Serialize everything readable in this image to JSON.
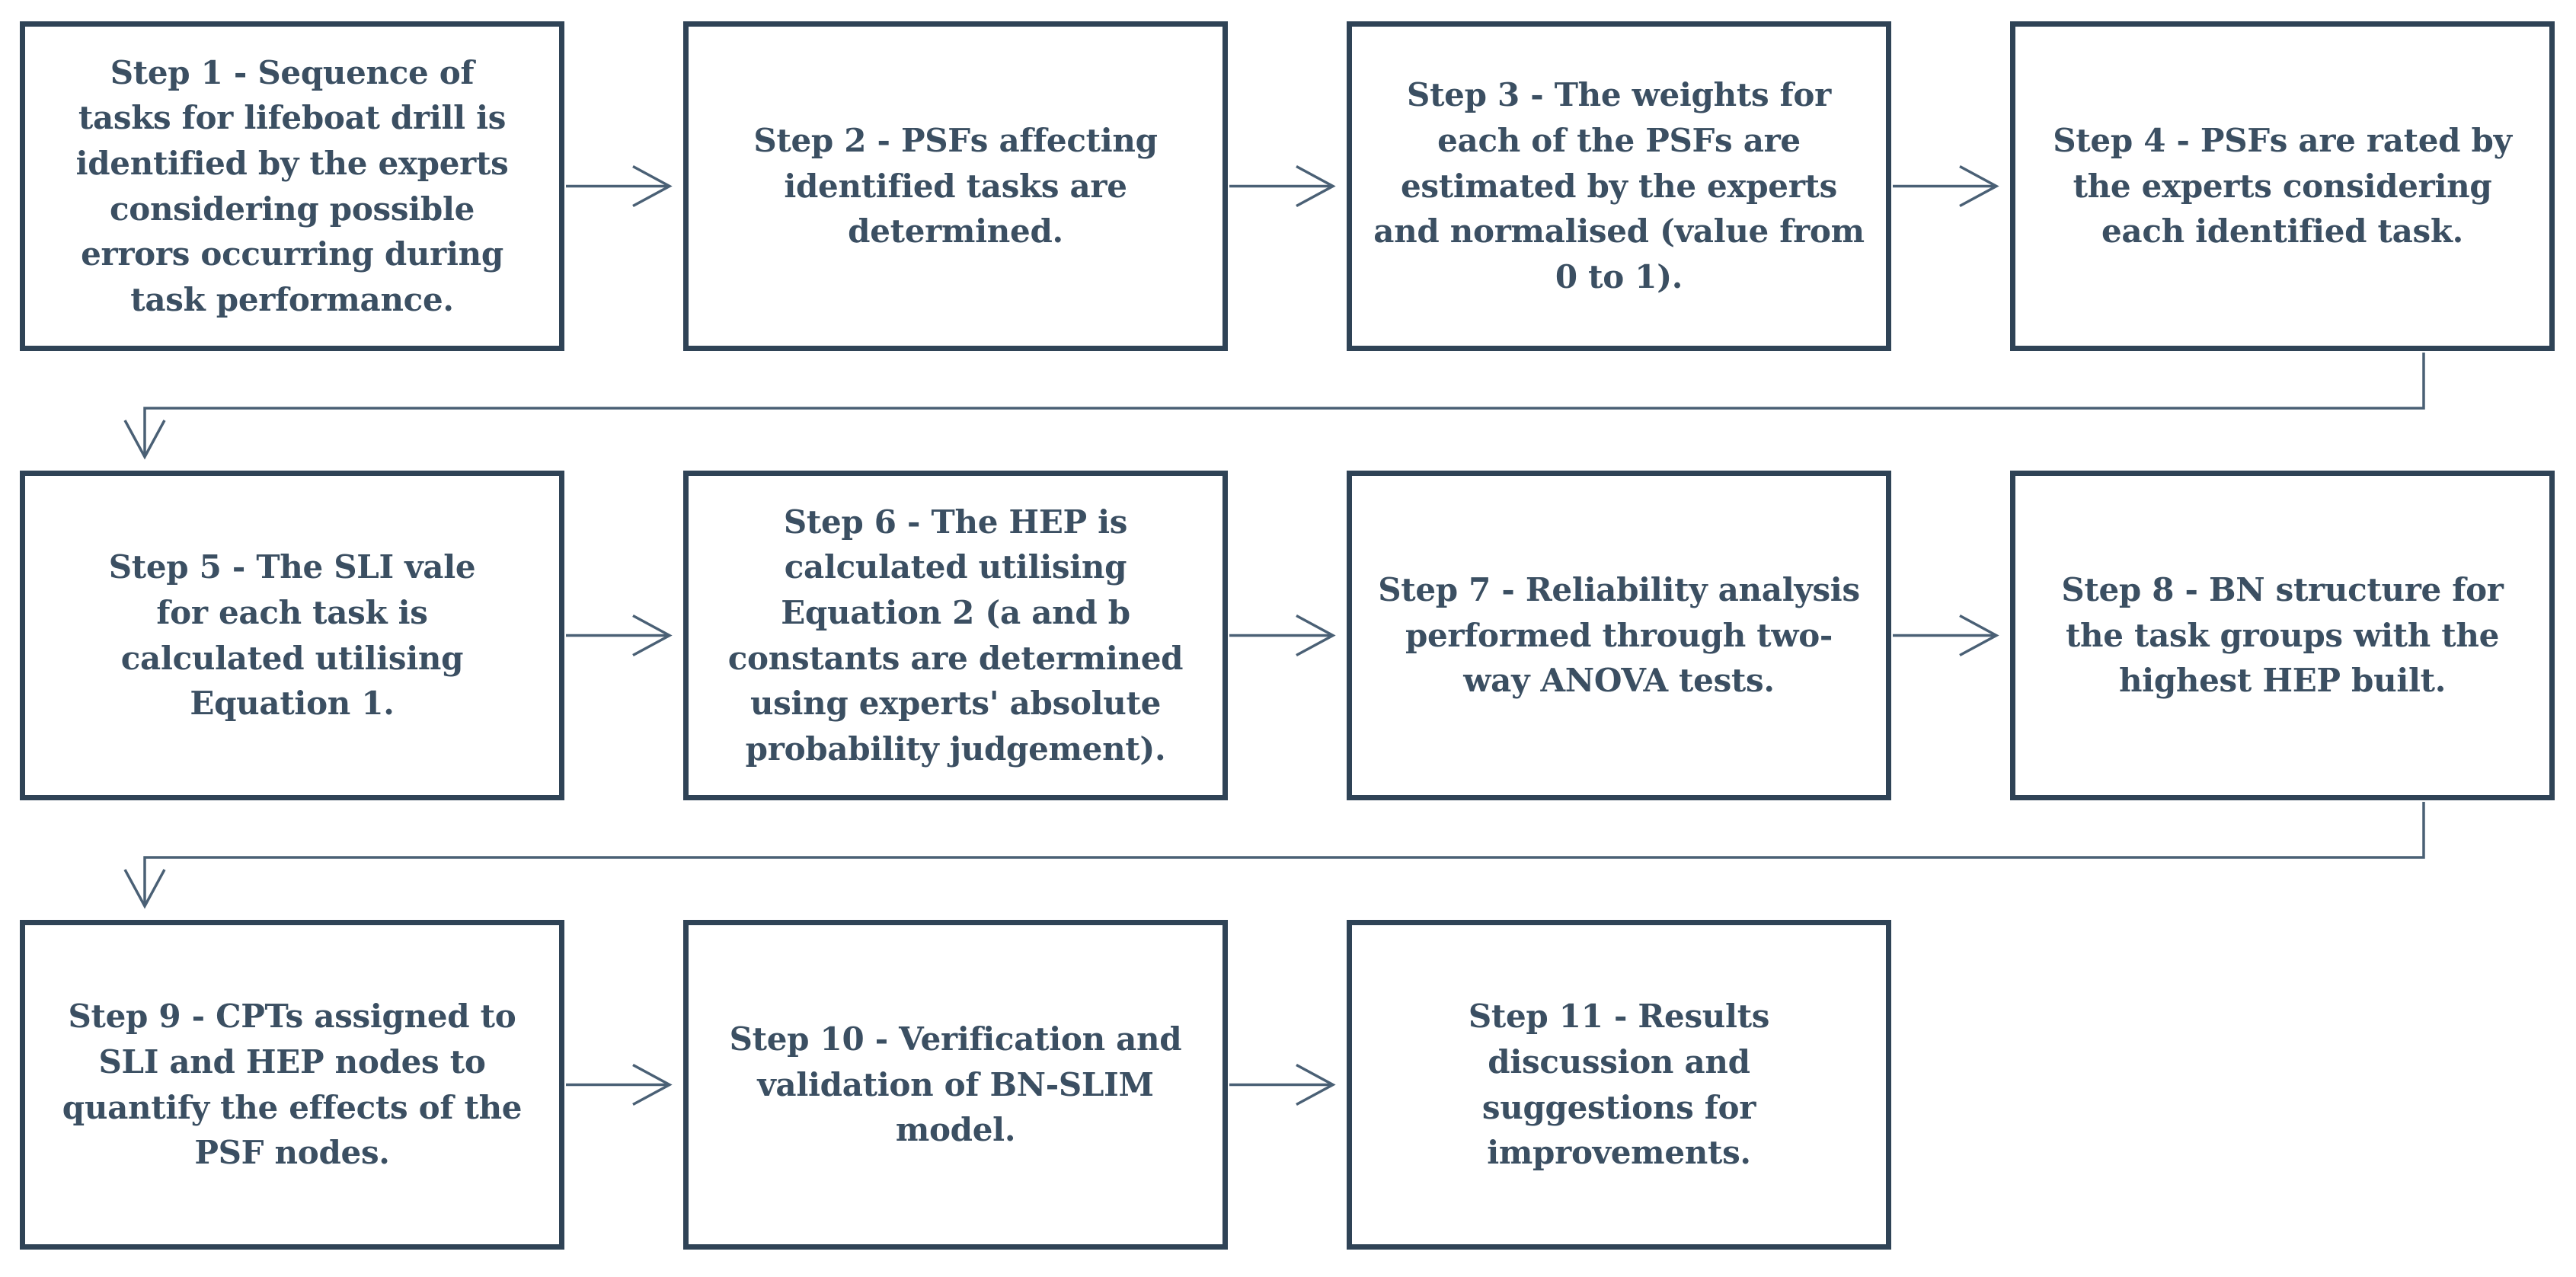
{
  "colors": {
    "box_border": "#2f4356",
    "text": "#3b4f62",
    "connector": "#4a6075",
    "background": "#ffffff"
  },
  "steps": [
    {
      "id": 1,
      "text": "Step 1 - Sequence of tasks for lifeboat drill is identified by the experts considering possible errors occurring during task performance."
    },
    {
      "id": 2,
      "text": "Step 2 - PSFs affecting identified tasks are determined."
    },
    {
      "id": 3,
      "text": "Step 3 - The weights for each of the PSFs are estimated by the experts and normalised (value from 0 to 1)."
    },
    {
      "id": 4,
      "text": "Step 4 - PSFs are rated by the experts considering each identified task."
    },
    {
      "id": 5,
      "text": "Step 5 - The SLI vale for each task is calculated utilising Equation 1."
    },
    {
      "id": 6,
      "text": "Step 6 - The HEP is calculated utilising Equation 2 (a and b constants are determined using experts' absolute probability judgement)."
    },
    {
      "id": 7,
      "text": "Step 7 - Reliability analysis performed through two-way ANOVA tests."
    },
    {
      "id": 8,
      "text": "Step 8 - BN structure for the task groups with the highest HEP built."
    },
    {
      "id": 9,
      "text": "Step 9 - CPTs assigned to SLI and HEP nodes to quantify the effects of the PSF nodes."
    },
    {
      "id": 10,
      "text": "Step 10 - Verification and validation of BN-SLIM model."
    },
    {
      "id": 11,
      "text": "Step 11 - Results discussion and suggestions for improvements."
    }
  ],
  "connections": [
    {
      "from": 1,
      "to": 2
    },
    {
      "from": 2,
      "to": 3
    },
    {
      "from": 3,
      "to": 4
    },
    {
      "from": 4,
      "to": 5
    },
    {
      "from": 5,
      "to": 6
    },
    {
      "from": 6,
      "to": 7
    },
    {
      "from": 7,
      "to": 8
    },
    {
      "from": 8,
      "to": 9
    },
    {
      "from": 9,
      "to": 10
    },
    {
      "from": 10,
      "to": 11
    }
  ]
}
